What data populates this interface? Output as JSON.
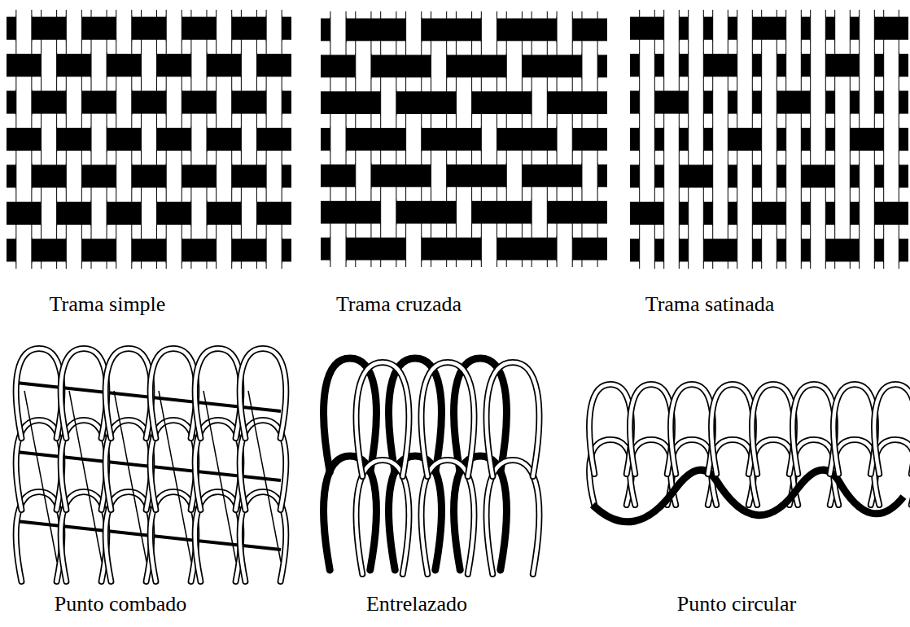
{
  "diagram": {
    "labels": [
      "Trama simple",
      "Trama cruzada",
      "Trama satinada",
      "Punto combado",
      "Entrelazado",
      "Punto circular"
    ]
  }
}
